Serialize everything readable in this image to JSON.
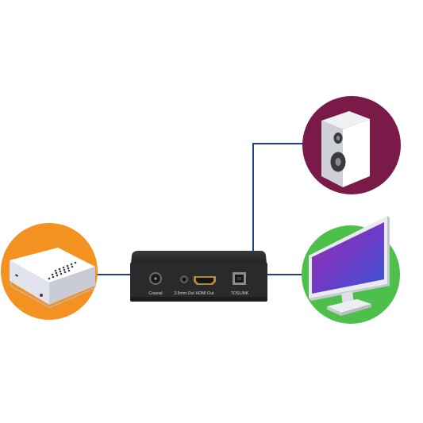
{
  "colors": {
    "connector_line": "#1f3f8a",
    "source_circle": "#f39221",
    "speaker_circle": "#7a1a48",
    "tv_circle": "#4cc04a",
    "device_body": "#2b2a2a"
  },
  "icons": {
    "source": "media-player-icon",
    "speaker": "speaker-icon",
    "tv": "monitor-icon"
  },
  "device": {
    "brand": "",
    "ports": [
      {
        "id": "coaxial",
        "label": "Coaxial"
      },
      {
        "id": "aux",
        "label": "3.5mm Out"
      },
      {
        "id": "hdmi",
        "label": "HDMI Out"
      },
      {
        "id": "toslink",
        "label": "TOSLINK"
      }
    ]
  }
}
